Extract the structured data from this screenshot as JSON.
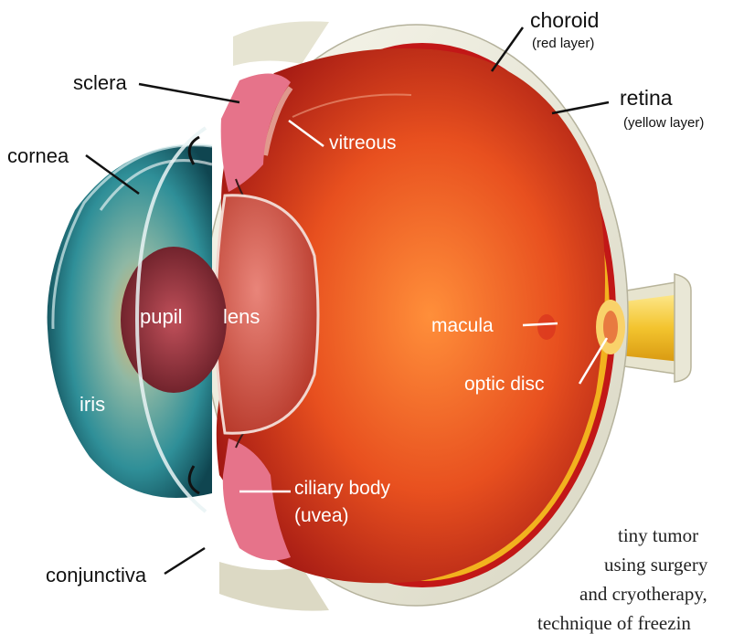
{
  "labels": {
    "choroid": "choroid",
    "choroid_note": "(red layer)",
    "retina": "retina",
    "retina_note": "(yellow layer)",
    "sclera": "sclera",
    "cornea": "cornea",
    "vitreous": "vitreous",
    "pupil": "pupil",
    "lens": "lens",
    "macula": "macula",
    "optic_disc": "optic disc",
    "iris": "iris",
    "ciliary_body": "ciliary body",
    "ciliary_body_note": "(uvea)",
    "conjunctiva": "conjunctiva"
  },
  "caption_lines": [
    "tiny tumor",
    "using surgery",
    "and cryotherapy,",
    "technique of freezin"
  ],
  "colors": {
    "sclera": "#efeee0",
    "choroid": "#c21717",
    "retina": "#f2b21e",
    "interior": "#e4441e",
    "iris": "#2c7f8a",
    "lens": "#c9483a",
    "optic_nerve": "#f3c93a"
  }
}
